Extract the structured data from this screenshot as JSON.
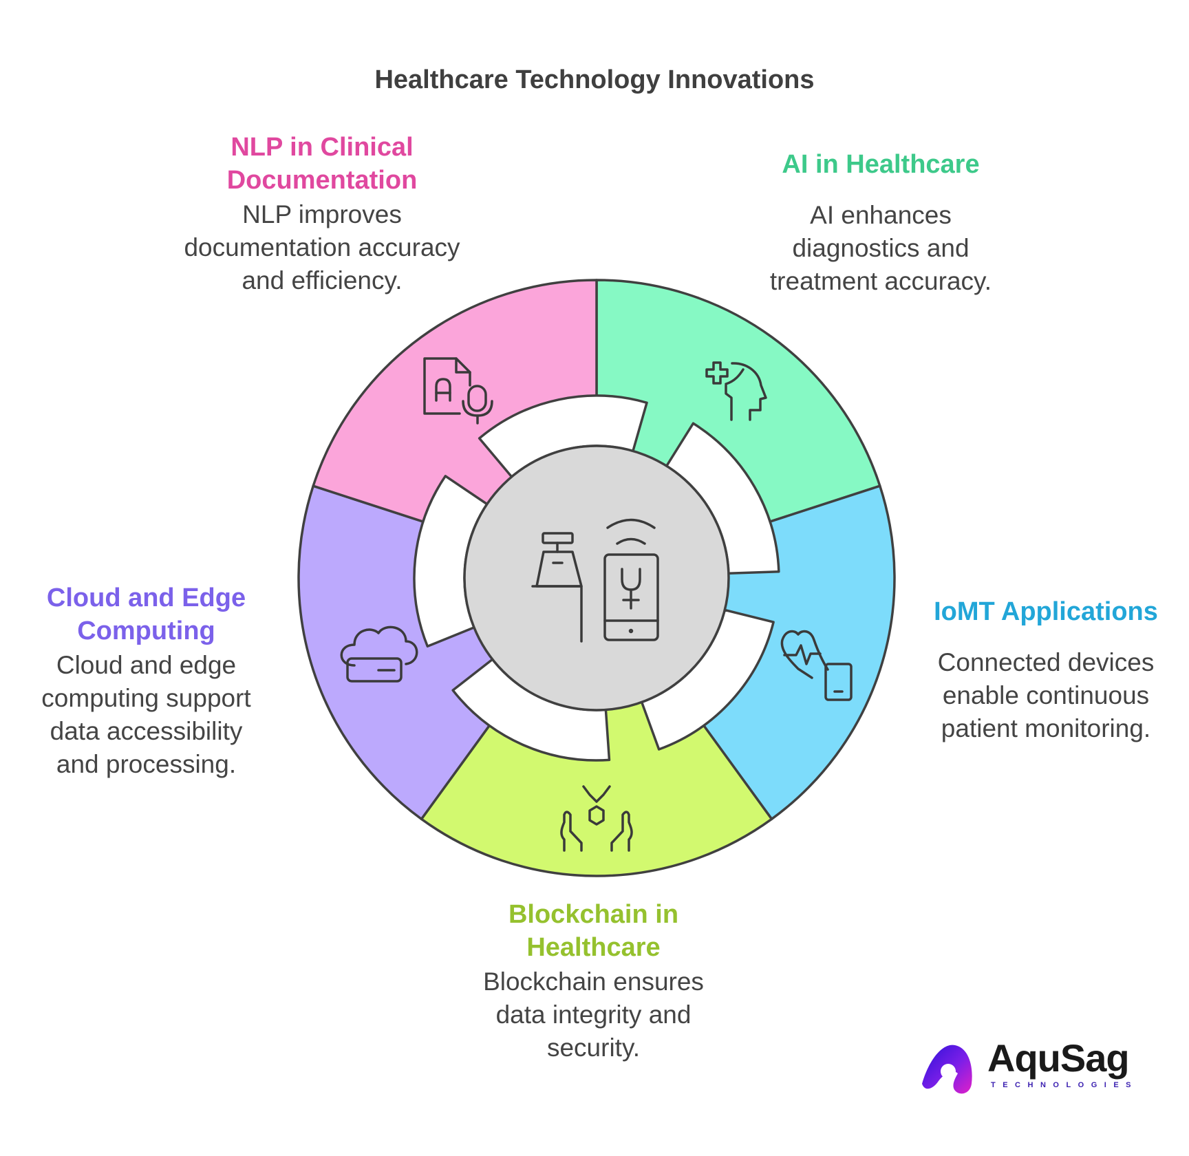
{
  "title": "Healthcare Technology Innovations",
  "segments": [
    {
      "id": "ai",
      "title": "AI in Healthcare",
      "description": "AI enhances diagnostics and treatment accuracy.",
      "fill": "#86f9c4",
      "title_color": "#3dc98a",
      "icon": "medical-brain-icon"
    },
    {
      "id": "iomt",
      "title": "IoMT Applications",
      "description": "Connected devices enable continuous patient monitoring.",
      "fill": "#7ddcfb",
      "title_color": "#22a6d8",
      "icon": "heart-device-icon"
    },
    {
      "id": "blockchain",
      "title": "Blockchain in Healthcare",
      "description": "Blockchain ensures data integrity and security.",
      "fill": "#d2f96f",
      "title_color": "#95c12e",
      "icon": "hands-block-icon"
    },
    {
      "id": "cloud",
      "title": "Cloud and Edge Computing",
      "description": "Cloud and edge computing support data accessibility and processing.",
      "fill": "#bca9fd",
      "title_color": "#7b61ea",
      "icon": "cloud-server-icon"
    },
    {
      "id": "nlp",
      "title": "NLP in Clinical Documentation",
      "description": "NLP improves documentation accuracy and efficiency.",
      "fill": "#fba5da",
      "title_color": "#e0489f",
      "icon": "document-microphone-icon"
    }
  ],
  "center": {
    "fill": "#d9d9d9",
    "icon": "scale-and-phone-icon"
  },
  "logo": {
    "name": "AquSag",
    "tagline": "TECHNOLOGIES"
  }
}
